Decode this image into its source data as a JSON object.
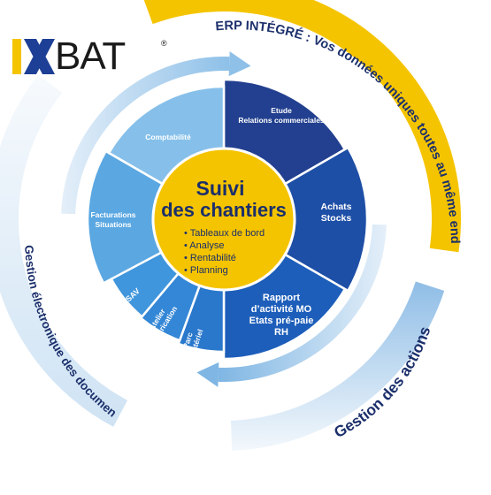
{
  "logo": {
    "text": "BAT",
    "registered": "®",
    "mark_colors": [
      "#f5c400",
      "#1d3f95"
    ]
  },
  "outer_labels": {
    "erp": "ERP INTÉGRÉ : Vos données uniques toutes au même endroit",
    "actions": "Gestion des actions",
    "documents": "Gestion électronique des documents"
  },
  "center": {
    "title_line1": "Suivi",
    "title_line2": "des chantiers",
    "bullets": [
      "• Tableaux de bord",
      "• Analyse",
      "• Rentabilité",
      "• Planning"
    ]
  },
  "segments": [
    {
      "id": "etude",
      "lines": [
        "Etude",
        "Relations commerciales"
      ],
      "color": "#22408f"
    },
    {
      "id": "achats",
      "lines": [
        "Achats",
        "Stocks"
      ],
      "color": "#1e4fa6"
    },
    {
      "id": "rapport",
      "lines": [
        "Rapport",
        "d’activité MO",
        "Etats pré-paie",
        "RH"
      ],
      "color": "#1d5eba"
    },
    {
      "id": "parc",
      "lines": [
        "Parc",
        "matériel"
      ],
      "color": "#2a78cc"
    },
    {
      "id": "atelier",
      "lines": [
        "Atelier",
        "Fabrication"
      ],
      "color": "#3487d6"
    },
    {
      "id": "sav",
      "lines": [
        "SAV"
      ],
      "color": "#4096dc"
    },
    {
      "id": "facturations",
      "lines": [
        "Facturations",
        "Situations"
      ],
      "color": "#5aa7e2"
    },
    {
      "id": "comptabilite",
      "lines": [
        "Comptabilité"
      ],
      "color": "#86c0ea"
    }
  ],
  "colors": {
    "yellow": "#f5c400",
    "ring_light": "#bcd8f0",
    "ring_pale": "#e2eef8",
    "dark_text": "#1b2f6b"
  }
}
